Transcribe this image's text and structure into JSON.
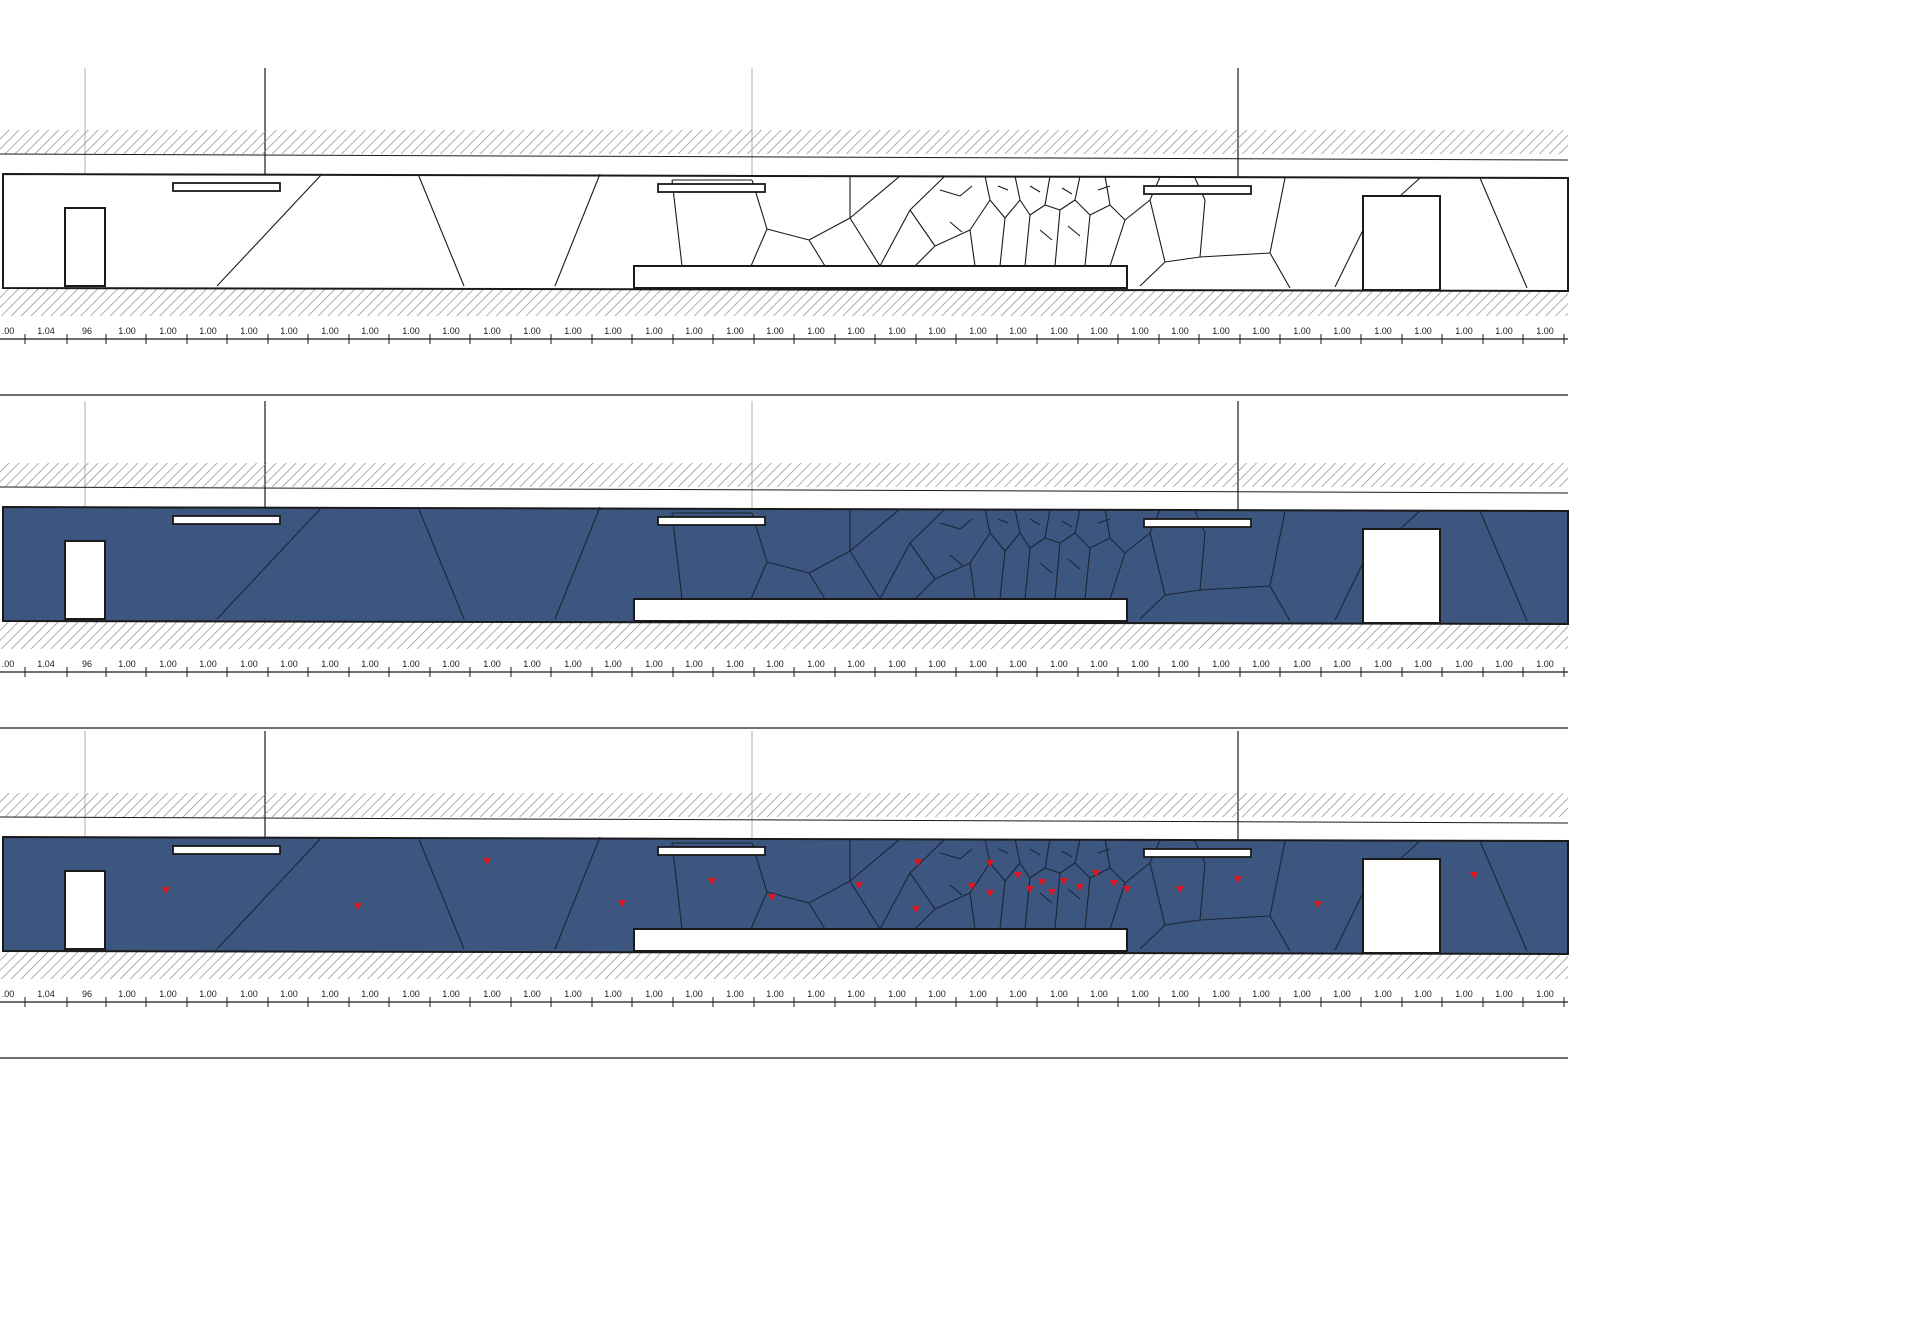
{
  "colors": {
    "background": "#ffffff",
    "panel_fill_blue": "#3c5680",
    "line": "#1a1a1a",
    "hatch": "#8c8c8c",
    "grid_line": "#c8c8c8",
    "marker_red": "#e0141e"
  },
  "panels": [
    {
      "variant": "outline",
      "show_markers": false
    },
    {
      "variant": "filled",
      "show_markers": false
    },
    {
      "variant": "filled",
      "show_markers": true
    }
  ],
  "ruler_labels": ".00,1.04,96,1.00,1.00,1.00,1.00,1.00,1.00,1.00,1.00,1.00,1.00,1.00,1.00,1.00,1.00,1.00,1.00,1.00,1.00,1.00,1.00,1.00,1.00,1.00,1.00,1.00,1.00,1.00,1.00,1.00,1.00,1.00,1.00,1.00,1.00,1.00,1.00",
  "icons": {
    "marker": "red-triangle-marker-icon",
    "door": "door-opening-icon",
    "light": "ceiling-light-fixture-icon"
  }
}
